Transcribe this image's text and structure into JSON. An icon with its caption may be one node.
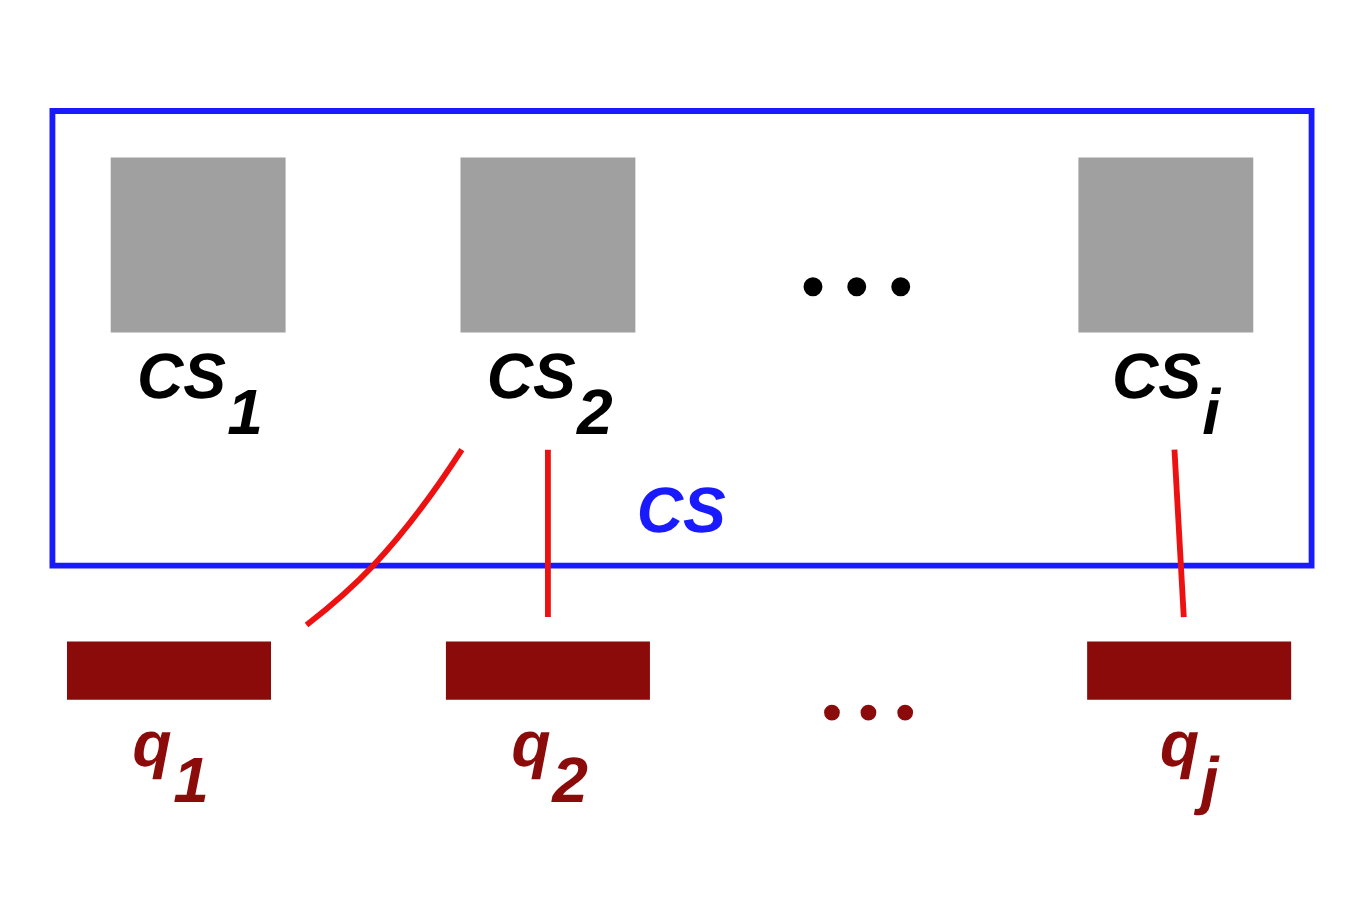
{
  "diagram": {
    "nodes": [
      {
        "text": [
          "CS"
        ]
      },
      {
        "text": [
          "CS$_{1}$"
        ],
        "in": 0
      },
      {
        "text": [
          "CS$_{2}$"
        ],
        "in": 0
      },
      {
        "text": [
          "CS$_{i}$"
        ],
        "in": 0
      },
      {
        "text": [
          "q$_{1}$"
        ]
      },
      {
        "text": [
          "q$_{2}$"
        ]
      },
      {
        "text": [
          "q$_{j}$"
        ]
      }
    ],
    "edges": [
      {
        "from": 2,
        "to": 4,
        "arrow": "none"
      },
      {
        "from": 2,
        "to": 5,
        "arrow": "none"
      },
      {
        "from": 3,
        "to": 6,
        "arrow": "none"
      }
    ],
    "labels": [
      "• • •",
      "• • •"
    ]
  }
}
